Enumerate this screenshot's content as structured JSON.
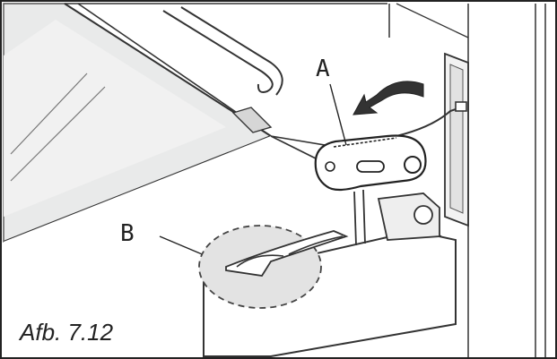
{
  "figure": {
    "callout_a": "A",
    "callout_b": "B",
    "caption": "Afb. 7.12"
  }
}
